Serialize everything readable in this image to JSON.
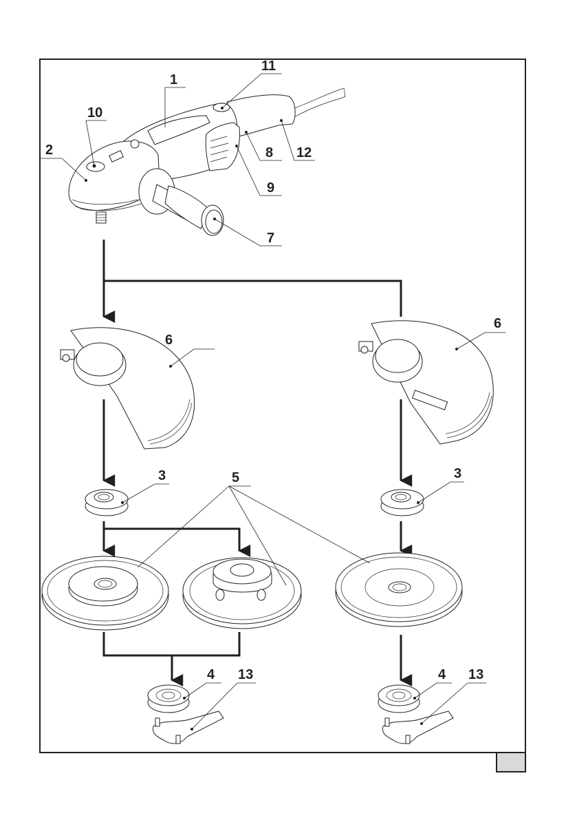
{
  "figure": {
    "title": "Angle grinder exploded assembly diagram",
    "page_number": "",
    "colors": {
      "ink": "#231f20",
      "page_box_fill": "#d9d9d9",
      "background": "#ffffff"
    }
  },
  "callouts": [
    {
      "id": "1",
      "part": "motor-housing"
    },
    {
      "id": "2",
      "part": "gear-head"
    },
    {
      "id": "3",
      "part": "flange-nut"
    },
    {
      "id": "4",
      "part": "clamping-flange"
    },
    {
      "id": "5",
      "part": "grinding-discs"
    },
    {
      "id": "6",
      "part": "wheel-guard"
    },
    {
      "id": "7",
      "part": "side-handle"
    },
    {
      "id": "8",
      "part": "on-off-switch"
    },
    {
      "id": "9",
      "part": "ventilation-slots"
    },
    {
      "id": "10",
      "part": "spindle-lock-button"
    },
    {
      "id": "11",
      "part": "lock-off-button"
    },
    {
      "id": "12",
      "part": "rear-handle"
    },
    {
      "id": "13",
      "part": "pin-spanner"
    }
  ],
  "labels": {
    "l1": "1",
    "l2": "2",
    "l3a": "3",
    "l3b": "3",
    "l4a": "4",
    "l4b": "4",
    "l5": "5",
    "l6a": "6",
    "l6b": "6",
    "l7": "7",
    "l8": "8",
    "l9": "9",
    "l10": "10",
    "l11": "11",
    "l12": "12",
    "l13a": "13",
    "l13b": "13"
  }
}
